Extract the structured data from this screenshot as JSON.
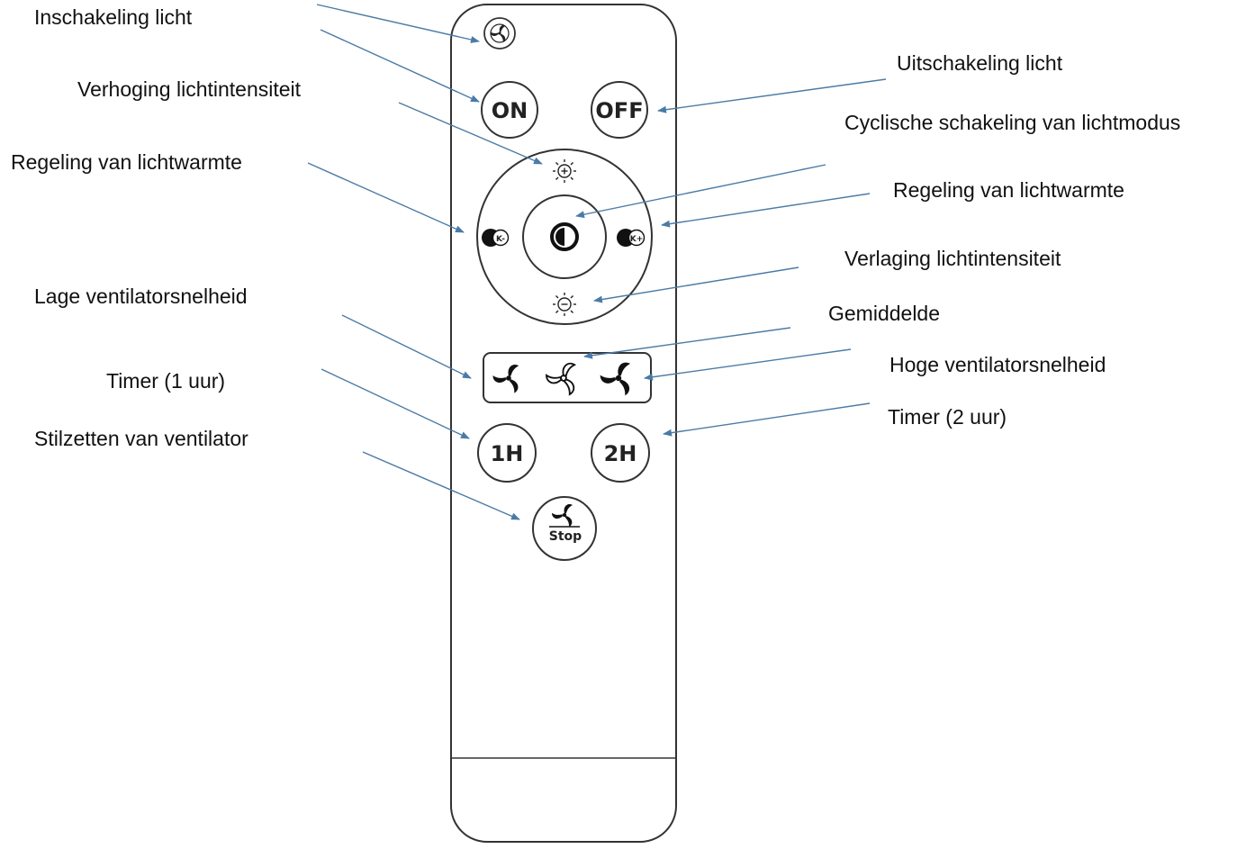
{
  "labels": {
    "inschakeling_licht": "Inschakeling licht",
    "verhoging_lichtintensiteit": "Verhoging lichtintensiteit",
    "regeling_lichtwarmte_left": "Regeling van lichtwarmte",
    "lage_ventilatorsnelheid": "Lage ventilatorsnelheid",
    "timer_1_uur": "Timer (1 uur)",
    "stilzetten_ventilator": "Stilzetten van ventilator",
    "uitschakeling_licht": "Uitschakeling licht",
    "cyclische_schakeling": "Cyclische schakeling van lichtmodus",
    "regeling_lichtwarmte_right": "Regeling van lichtwarmte",
    "verlaging_lichtintensiteit": "Verlaging lichtintensiteit",
    "gemiddelde": "Gemiddelde",
    "hoge_ventilatorsnelheid": "Hoge ventilatorsnelheid",
    "timer_2_uur": "Timer (2 uur)"
  },
  "remote": {
    "on_label": "ON",
    "off_label": "OFF",
    "k_minus_label": "K-",
    "k_plus_label": "K+",
    "timer_1h_label": "1H",
    "timer_2h_label": "2H",
    "stop_label": "Stop"
  },
  "colors": {
    "arrow": "#4a7ba6",
    "outline": "#333333"
  },
  "icons": [
    "fan-power-icon",
    "brightness-up-icon",
    "brightness-down-icon",
    "color-cycle-icon",
    "warmth-down-icon",
    "warmth-up-icon",
    "fan-low-icon",
    "fan-medium-icon",
    "fan-high-icon",
    "fan-stop-icon"
  ]
}
